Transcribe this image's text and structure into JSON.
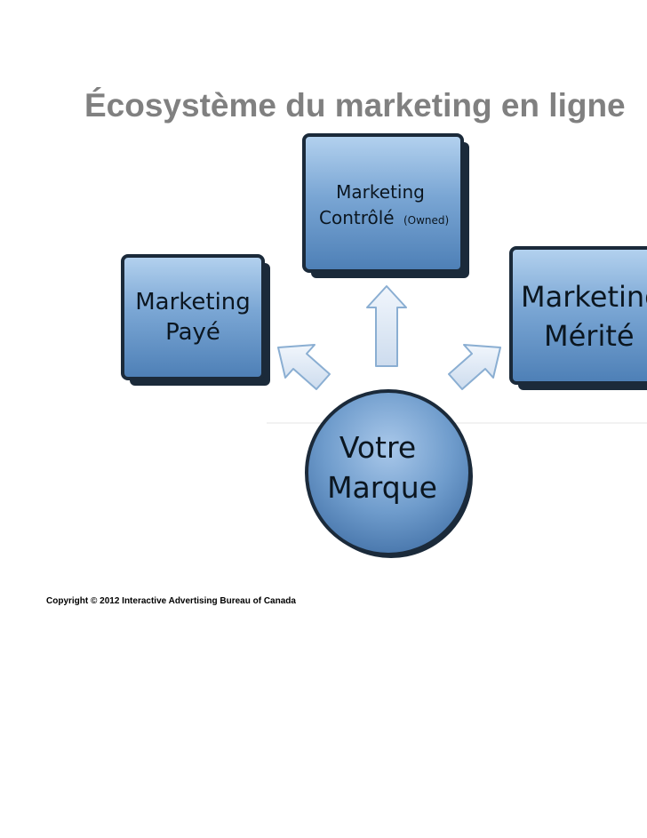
{
  "title": "Écosystème du marketing en ligne",
  "nodes": {
    "owned": {
      "line1": "Marketing",
      "line2": "Contrôlé",
      "note": "(Owned)"
    },
    "paid": {
      "line1": "Marketing",
      "line2": "Payé"
    },
    "earned": {
      "line1": "Marketing",
      "line2": "Mérité"
    },
    "brand": {
      "line1": "Votre",
      "line2": "Marque"
    }
  },
  "colors": {
    "box_fill_light": "#9fc3e6",
    "box_fill_dark": "#4d7fb6",
    "box_border": "#1b2a3a",
    "arrow_fill": "#dfe9f6",
    "arrow_border": "#8aaed2"
  },
  "copyright": "Copyright © 2012  Interactive Advertising Bureau of Canada"
}
